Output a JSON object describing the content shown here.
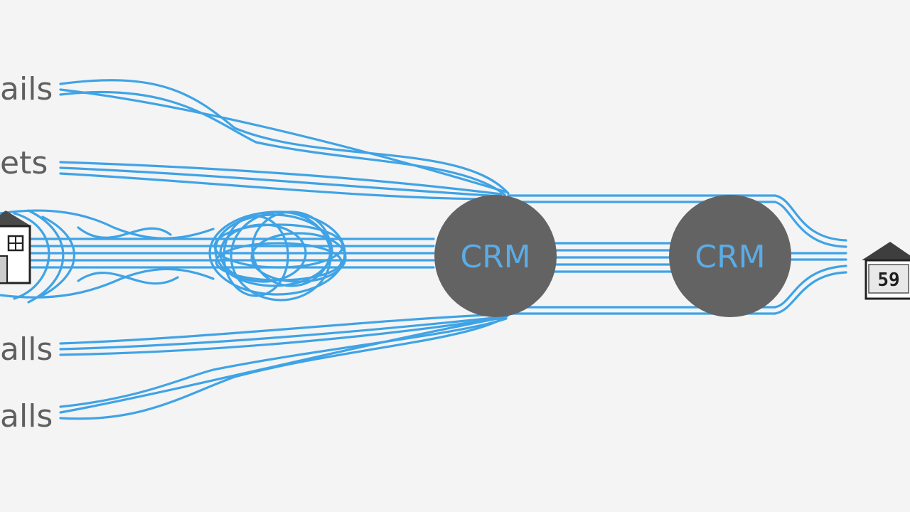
{
  "sources": [
    {
      "label": "ails"
    },
    {
      "label": "ets"
    },
    {
      "label": "alls"
    },
    {
      "label": "alls"
    }
  ],
  "hubs": [
    {
      "label": "CRM"
    },
    {
      "label": "CRM"
    }
  ],
  "destination": {
    "number": "59"
  },
  "colors": {
    "line": "#3fa3e6",
    "hub": "#636363",
    "hub_text": "#5aace6",
    "label": "#5f5f5f",
    "background": "#f4f4f4"
  },
  "icons": [
    "house-icon"
  ]
}
